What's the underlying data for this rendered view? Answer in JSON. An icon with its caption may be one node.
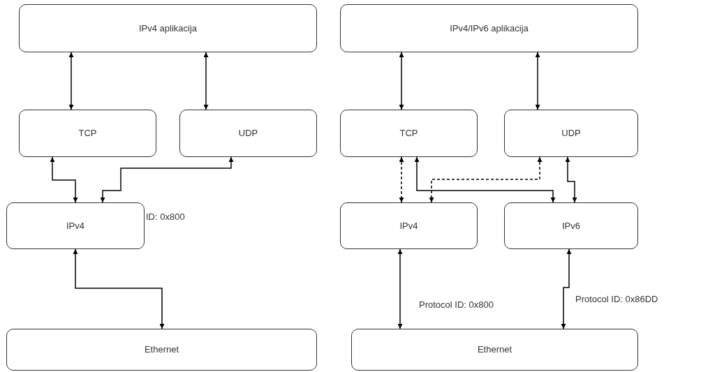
{
  "diagram": {
    "nodes": [
      {
        "text": [
          "IPv4 aplikacija"
        ]
      },
      {
        "text": [
          "TCP"
        ]
      },
      {
        "text": [
          "UDP"
        ]
      },
      {
        "text": [
          "IPv4"
        ]
      },
      {
        "text": [
          "Ethernet"
        ]
      },
      {
        "text": [
          "IPv4/IPv6 aplikacija"
        ]
      },
      {
        "text": [
          "TCP"
        ]
      },
      {
        "text": [
          "UDP"
        ]
      },
      {
        "text": [
          "IPv4"
        ]
      },
      {
        "text": [
          "IPv6"
        ]
      },
      {
        "text": [
          "Ethernet"
        ]
      }
    ],
    "edges": [
      {
        "from": 0,
        "to": 1,
        "arrow": "both"
      },
      {
        "from": 0,
        "to": 2,
        "arrow": "both"
      },
      {
        "from": 1,
        "to": 3,
        "arrow": "both"
      },
      {
        "from": 2,
        "to": 3,
        "arrow": "both"
      },
      {
        "from": 3,
        "to": 4,
        "arrow": "both"
      },
      {
        "from": 5,
        "to": 6,
        "arrow": "both"
      },
      {
        "from": 5,
        "to": 7,
        "arrow": "both"
      },
      {
        "from": 6,
        "to": 8,
        "arrow": "both",
        "style": "dashed"
      },
      {
        "from": 7,
        "to": 8,
        "arrow": "both",
        "style": "dashed"
      },
      {
        "from": 6,
        "to": 9,
        "arrow": "both"
      },
      {
        "from": 7,
        "to": 9,
        "arrow": "both"
      },
      {
        "from": 8,
        "to": 10,
        "arrow": "both"
      },
      {
        "from": 9,
        "to": 10,
        "arrow": "both"
      }
    ],
    "labels": [
      "ID: 0x800",
      "Protocol ID: 0x800",
      "Protocol ID: 0x86DD"
    ]
  }
}
